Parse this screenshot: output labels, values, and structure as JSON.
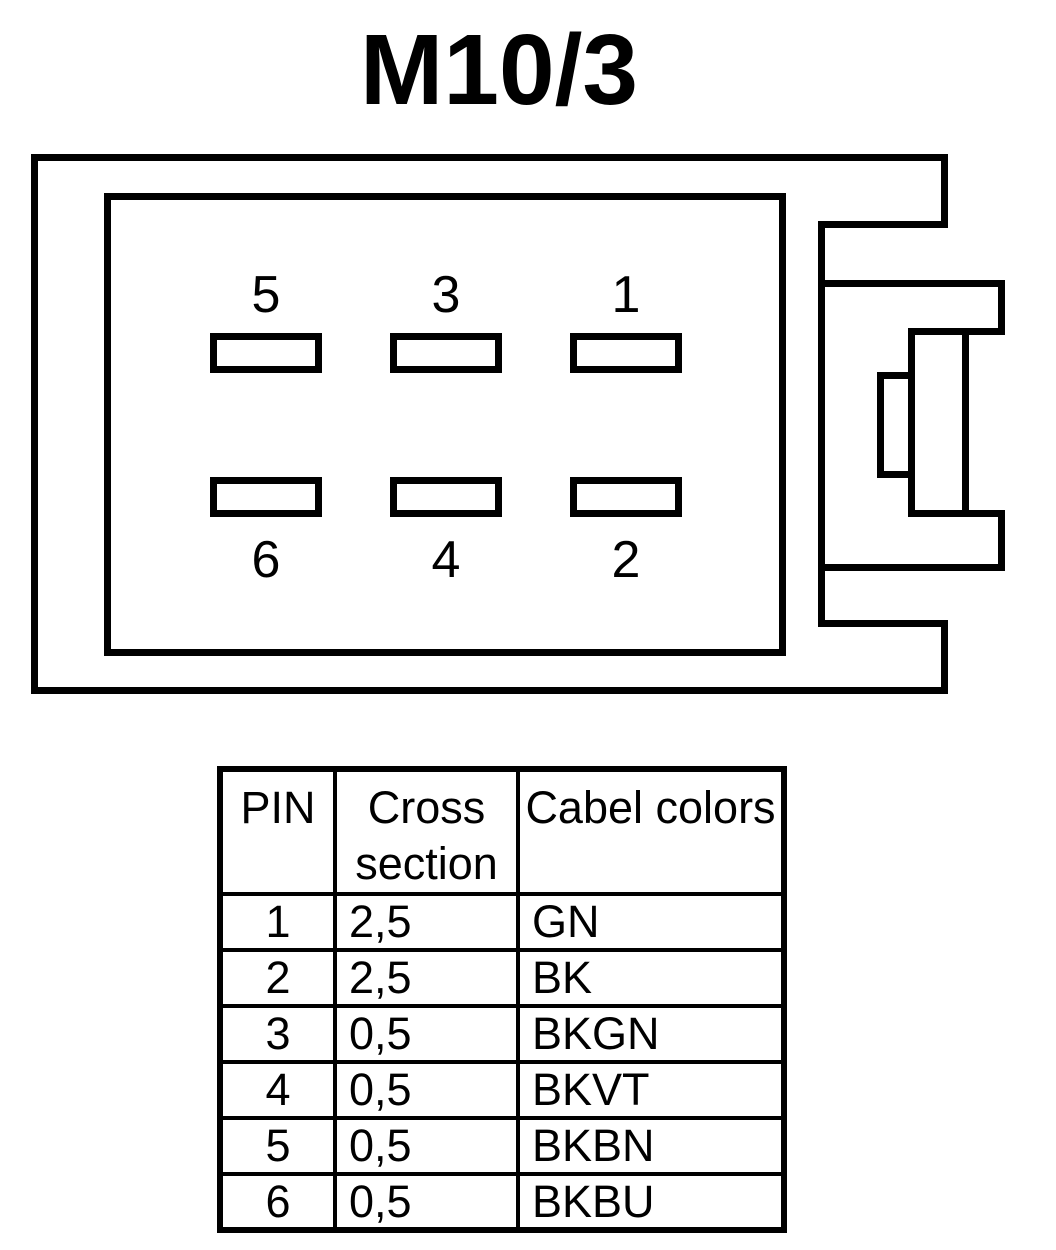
{
  "title": "M10/3",
  "colors": {
    "line": "#000000",
    "background": "#ffffff"
  },
  "connector": {
    "pins_top": [
      "5",
      "3",
      "1"
    ],
    "pins_bottom": [
      "6",
      "4",
      "2"
    ]
  },
  "table": {
    "headers": [
      "PIN",
      "Cross section",
      "Cabel colors"
    ],
    "rows": [
      {
        "pin": "1",
        "cross_section": "2,5",
        "cable_color": "GN"
      },
      {
        "pin": "2",
        "cross_section": "2,5",
        "cable_color": "BK"
      },
      {
        "pin": "3",
        "cross_section": "0,5",
        "cable_color": "BKGN"
      },
      {
        "pin": "4",
        "cross_section": "0,5",
        "cable_color": "BKVT"
      },
      {
        "pin": "5",
        "cross_section": "0,5",
        "cable_color": "BKBN"
      },
      {
        "pin": "6",
        "cross_section": "0,5",
        "cable_color": "BKBU"
      }
    ]
  }
}
